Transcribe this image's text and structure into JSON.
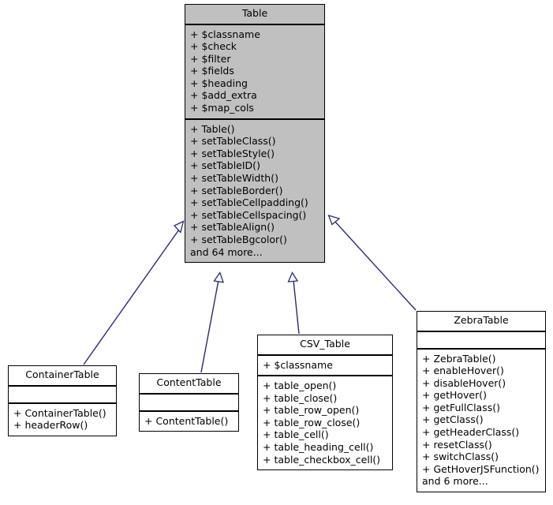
{
  "diagram": {
    "kind": "uml-class-inheritance-diagram",
    "accent_color": "#29297a",
    "base_fill_color": "#c0c0c0",
    "subclass_fill_color": "#ffffff",
    "border_color": "#000000"
  },
  "classes": {
    "table": {
      "name": "Table",
      "attributes": [
        "+ $classname",
        "+ $check",
        "+ $filter",
        "+ $fields",
        "+ $heading",
        "+ $add_extra",
        "+ $map_cols"
      ],
      "methods": [
        "+ Table()",
        "+ setTableClass()",
        "+ setTableStyle()",
        "+ setTableID()",
        "+ setTableWidth()",
        "+ setTableBorder()",
        "+ setTableCellpadding()",
        "+ setTableCellspacing()",
        "+ setTableAlign()",
        "+ setTableBgcolor()"
      ],
      "more": "and 64 more..."
    },
    "container_table": {
      "name": "ContainerTable",
      "attributes": [],
      "methods": [
        "+ ContainerTable()",
        "+ headerRow()"
      ],
      "more": ""
    },
    "content_table": {
      "name": "ContentTable",
      "attributes": [],
      "methods": [
        "+ ContentTable()"
      ],
      "more": ""
    },
    "csv_table": {
      "name": "CSV_Table",
      "attributes": [
        "+ $classname"
      ],
      "methods": [
        "+ table_open()",
        "+ table_close()",
        "+ table_row_open()",
        "+ table_row_close()",
        "+ table_cell()",
        "+ table_heading_cell()",
        "+ table_checkbox_cell()"
      ],
      "more": ""
    },
    "zebra_table": {
      "name": "ZebraTable",
      "attributes": [],
      "methods": [
        "+ ZebraTable()",
        "+ enableHover()",
        "+ disableHover()",
        "+ getHover()",
        "+ getFullClass()",
        "+ getClass()",
        "+ getHeaderClass()",
        "+ resetClass()",
        "+ switchClass()",
        "+ GetHoverJSFunction()"
      ],
      "more": "and 6 more..."
    }
  },
  "relationships": [
    {
      "from": "ContainerTable",
      "to": "Table",
      "type": "generalization"
    },
    {
      "from": "ContentTable",
      "to": "Table",
      "type": "generalization"
    },
    {
      "from": "CSV_Table",
      "to": "Table",
      "type": "generalization"
    },
    {
      "from": "ZebraTable",
      "to": "Table",
      "type": "generalization"
    }
  ]
}
